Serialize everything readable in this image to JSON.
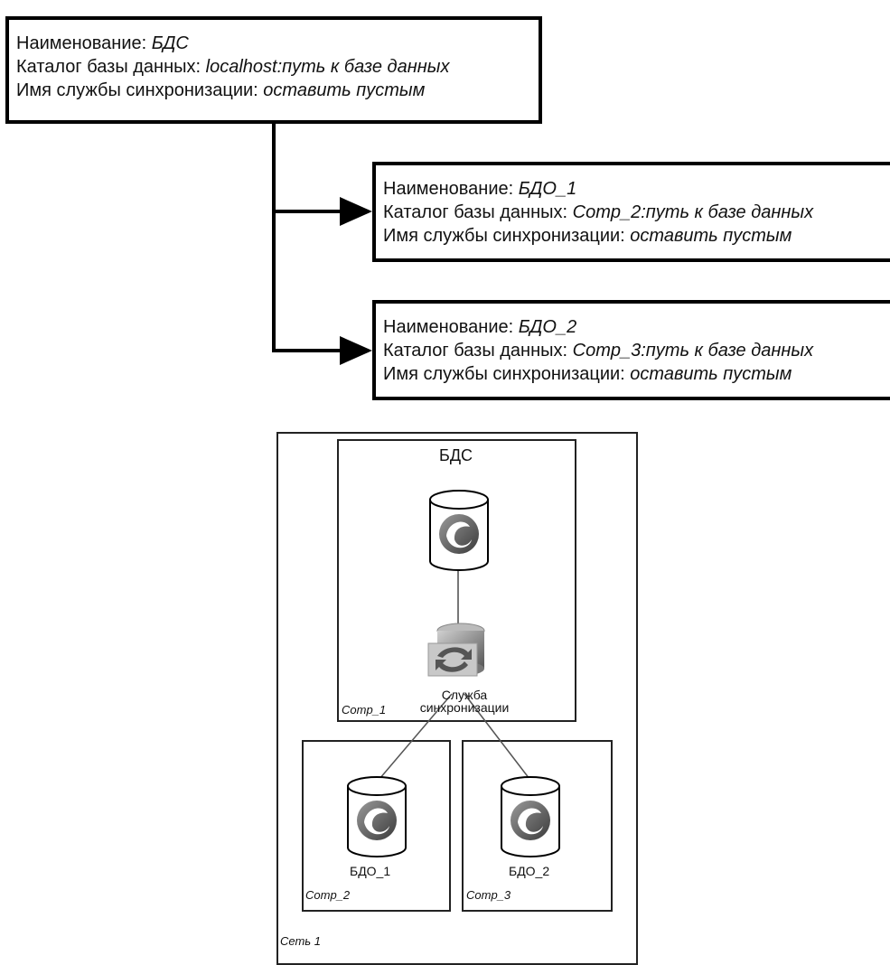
{
  "config_boxes": {
    "bds": {
      "name_key": "Наименование: ",
      "name_val": "БДС",
      "catalog_key": "Каталог базы данных: ",
      "catalog_val": "localhost:путь к базе данных",
      "service_key": "Имя службы синхронизации: ",
      "service_val": "оставить пустым"
    },
    "bdo1": {
      "name_key": "Наименование: ",
      "name_val": "БДО_1",
      "catalog_key": "Каталог базы данных: ",
      "catalog_val": "Comp_2:путь к базе данных",
      "service_key": "Имя службы синхронизации: ",
      "service_val": "оставить пустым"
    },
    "bdo2": {
      "name_key": "Наименование: ",
      "name_val": "БДО_2",
      "catalog_key": "Каталог базы данных: ",
      "catalog_val": "Comp_3:путь к базе данных",
      "service_key": "Имя службы синхронизации: ",
      "service_val": "оставить пустым"
    }
  },
  "topology": {
    "server_title": "БДС",
    "service_label_1": "Служба",
    "service_label_2": "синхронизации",
    "comp1": "Comp_1",
    "bdo1_title": "БДО_1",
    "comp2": "Comp_2",
    "bdo2_title": "БДО_2",
    "comp3": "Comp_3",
    "network": "Сеть 1"
  },
  "icons": {
    "database": "firebird-database-icon",
    "sync": "sync-service-icon"
  }
}
